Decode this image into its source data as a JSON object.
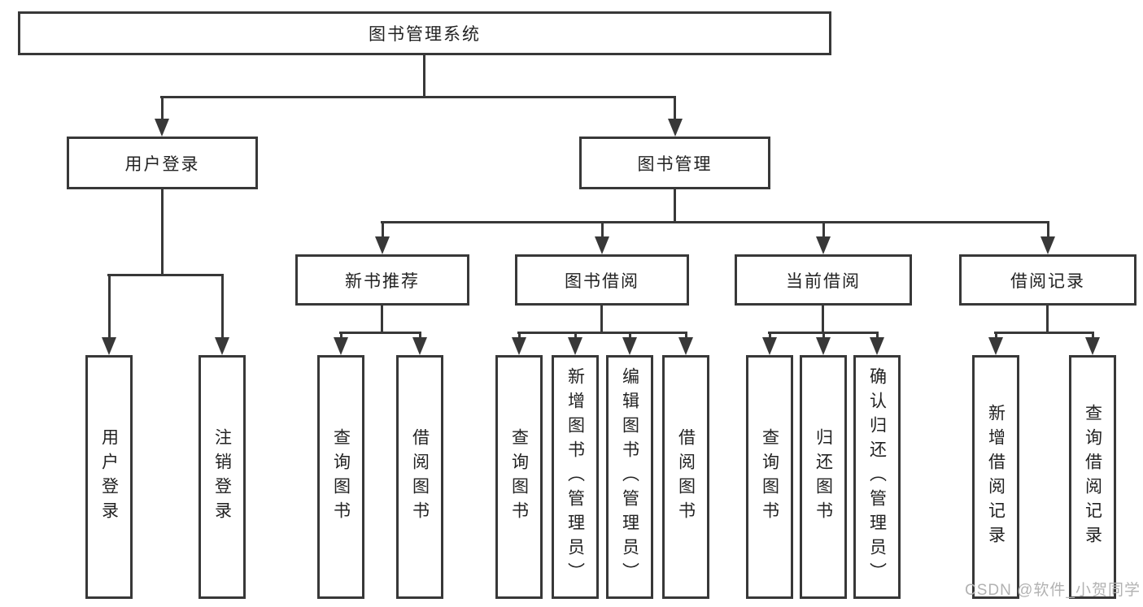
{
  "colors": {
    "line": "#383838",
    "text": "#222222",
    "watermark": "#b2b2b2",
    "background": "#ffffff"
  },
  "watermark": {
    "text": "CSDN @软件_小贺同学"
  },
  "tree": {
    "root": {
      "label": "图书管理系统"
    },
    "level2": [
      {
        "label": "用户登录"
      },
      {
        "label": "图书管理"
      }
    ],
    "level3": [
      {
        "label": "新书推荐"
      },
      {
        "label": "图书借阅"
      },
      {
        "label": "当前借阅"
      },
      {
        "label": "借阅记录"
      }
    ],
    "leaves": {
      "user_login": [
        "用户登录",
        "注销登录"
      ],
      "new_book_rec": [
        "查询图书",
        "借阅图书"
      ],
      "book_borrow": [
        "查询图书",
        "新增图书（管理员）",
        "编辑图书（管理员）",
        "借阅图书"
      ],
      "current_borrow": [
        "查询图书",
        "归还图书",
        "确认归还（管理员）"
      ],
      "borrow_records": [
        "新增借阅记录",
        "查询借阅记录"
      ]
    }
  }
}
